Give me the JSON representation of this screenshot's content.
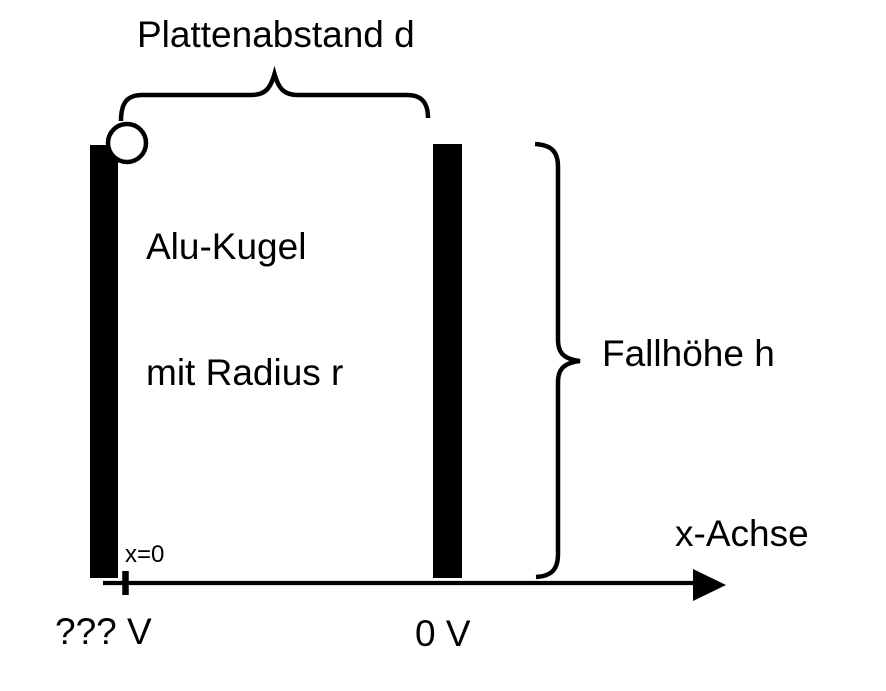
{
  "diagram": {
    "plate_distance_label": "Plattenabstand d",
    "ball_label_line1": "Alu-Kugel",
    "ball_label_line2": "mit Radius r",
    "fall_height_label": "Fallhöhe h",
    "axis_label": "x-Achse",
    "origin_label": "x=0",
    "left_plate_voltage": "??? V",
    "right_plate_voltage": "0 V",
    "colors": {
      "ink": "#000000",
      "background": "#ffffff"
    }
  }
}
